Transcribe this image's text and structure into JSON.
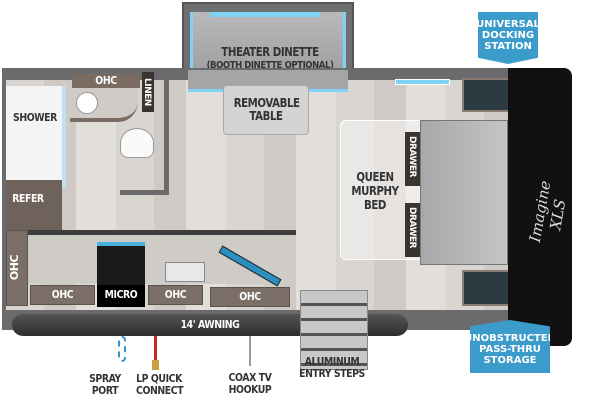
{
  "rooms": {
    "theater_dinette": "THEATER DINETTE",
    "dinette_note": "(BOOTH DINETTE OPTIONAL)",
    "removable_table": "REMOVABLE TABLE",
    "shower": "SHOWER",
    "bath_ohc": "OHC",
    "linen": "LINEN",
    "refer": "REFER",
    "side_ohc": "OHC",
    "kitchen_ohc_1": "OHC",
    "micro": "MICRO",
    "kitchen_ohc_2": "OHC",
    "kitchen_ohc_3": "OHC",
    "bed": "QUEEN MURPHY BED",
    "drawer_top": "DRAWER",
    "drawer_bottom": "DRAWER",
    "awning": "14' AWNING"
  },
  "callouts": {
    "spray_port": "SPRAY PORT",
    "lp_quick_connect": "LP QUICK CONNECT",
    "coax": "COAX TV HOOKUP",
    "steps": "ALUMINUM ENTRY STEPS",
    "docking": "UNIVERSAL DOCKING STATION",
    "storage": "UNOBSTRUCTED PASS-THRU STORAGE"
  },
  "brand": {
    "logo": "Imagine XLS"
  },
  "colors": {
    "badge": "#3b9ccb",
    "accent_light": "#7fd3f5"
  }
}
